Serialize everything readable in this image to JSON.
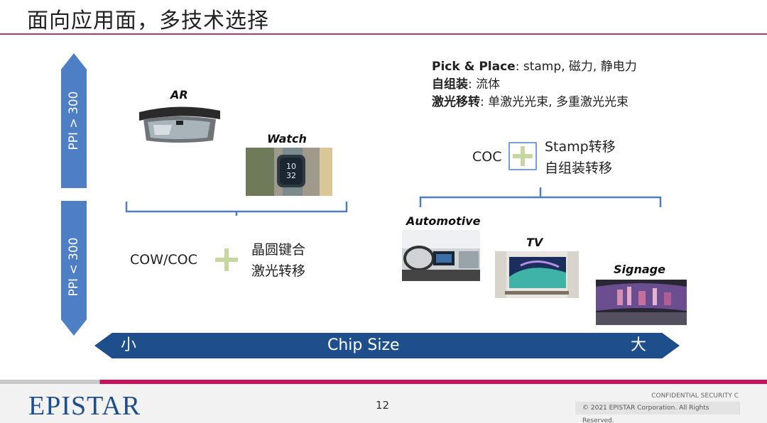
{
  "slide": {
    "title": "面向应用面，多技术选择",
    "page_number": "12"
  },
  "axis": {
    "vertical_top": "PPI > 300",
    "vertical_bottom": "PPI < 300",
    "horizontal_left": "小",
    "horizontal_center": "Chip Size",
    "horizontal_right": "大"
  },
  "applications": {
    "ar": "AR",
    "watch": "Watch",
    "watch_time_hour": "10",
    "watch_time_min": "32",
    "automotive": "Automotive",
    "tv": "TV",
    "signage": "Signage"
  },
  "left_group": {
    "label": "COW/COC",
    "line1": "晶圆键合",
    "line2": "激光转移"
  },
  "right_group": {
    "label": "COC",
    "line1": "Stamp转移",
    "line2": "自组装转移"
  },
  "methods": [
    {
      "name": "Pick & Place",
      "detail": ": stamp, 磁力, 静电力"
    },
    {
      "name": "自组装",
      "detail": ": 流体"
    },
    {
      "name": "激光移转",
      "detail": ": 单激光光束, 多重激光光束"
    }
  ],
  "footer": {
    "logo": "EPISTAR",
    "confidential": "CONFIDENTIAL SECURITY C",
    "copyright": "© 2021 EPISTAR Corporation. All Rights Reserved."
  },
  "colors": {
    "title_rule": "#b23a6e",
    "vertical_arrow": "#4e7fc5",
    "horizontal_arrow": "#1f4e8c",
    "footer_accent": "#c8115a",
    "plus": "#c8d6a0"
  }
}
